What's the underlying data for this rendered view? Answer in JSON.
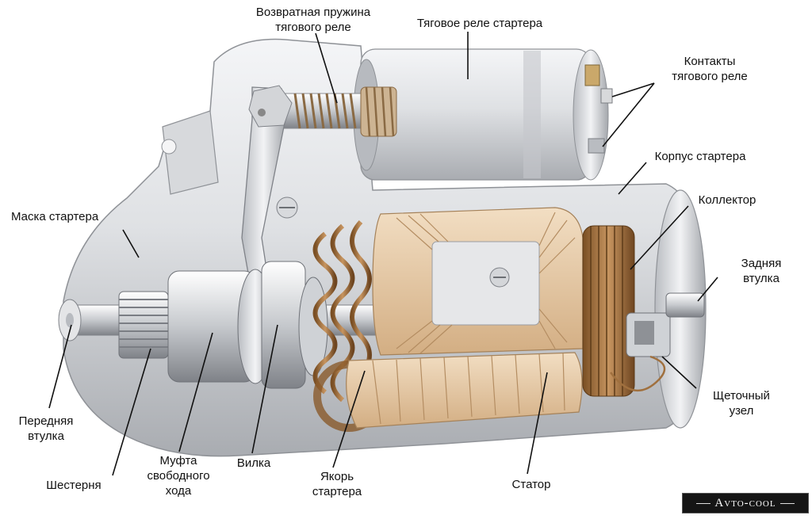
{
  "labels": {
    "return_spring": "Возвратная пружина\nтягового реле",
    "solenoid": "Тяговое реле стартера",
    "solenoid_contacts": "Контакты\nтягового реле",
    "housing": "Корпус стартера",
    "commutator": "Коллектор",
    "rear_bushing": "Задняя\nвтулка",
    "brush_unit": "Щеточный\nузел",
    "stator": "Статор",
    "armature": "Якорь\nстартера",
    "fork": "Вилка",
    "clutch": "Муфта\nсвободного\nхода",
    "pinion": "Шестерня",
    "front_bushing": "Передняя\nвтулка",
    "nose_housing": "Маска стартера"
  },
  "watermark": "Avto-cool",
  "colors": {
    "metal_light": "#e9eaec",
    "metal_mid": "#c9cbcf",
    "metal_dark": "#8e9196",
    "copper": "#a0703e",
    "winding": "#e8cfae",
    "winding_dark": "#caa57c"
  }
}
